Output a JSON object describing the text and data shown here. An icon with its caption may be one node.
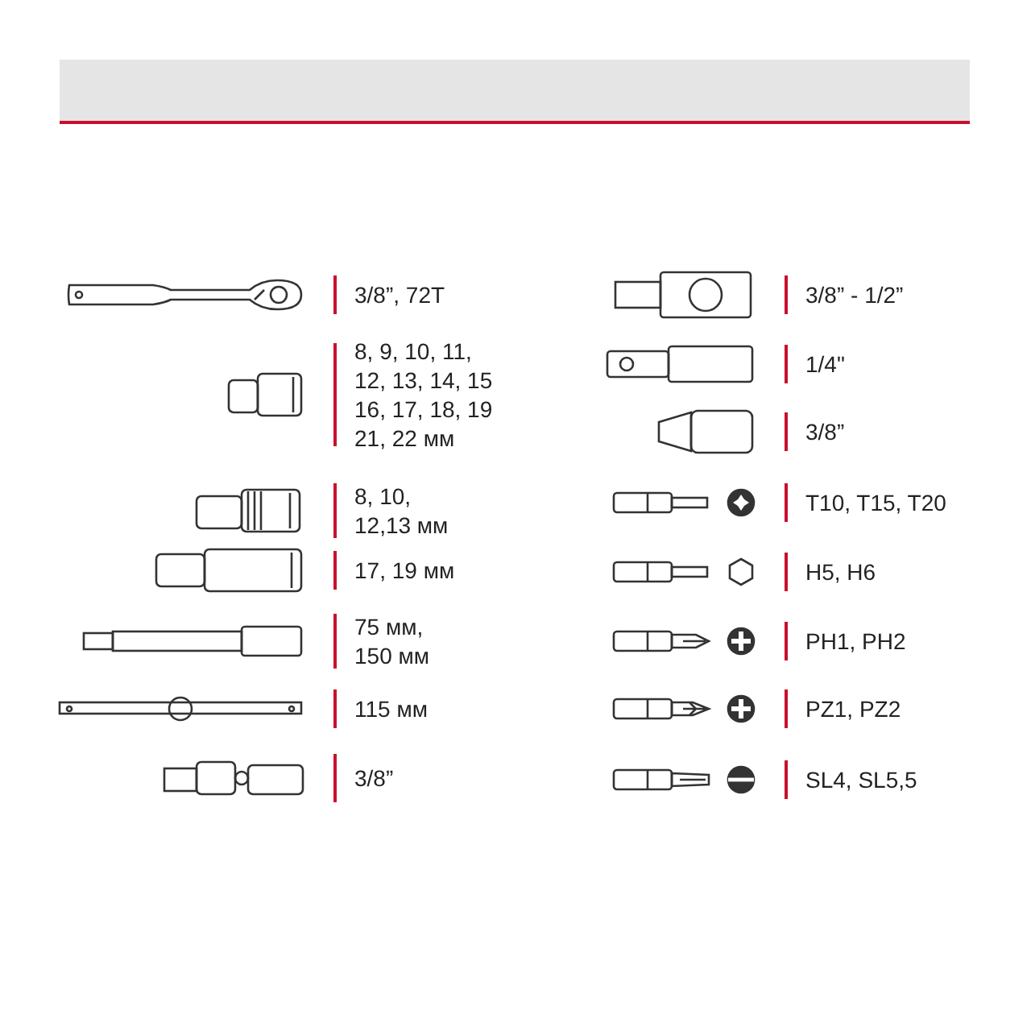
{
  "diagram": {
    "labels": [
      "3/8”, 72T",
      "8, 9, 10, 11, 12, 13, 14, 15 16, 17, 18, 19 21, 22 мм",
      "8, 10, 12,13 мм",
      "17, 19 мм",
      "75 мм, 150 мм",
      "115 мм",
      "3/8”",
      "3/8” - 1/2”",
      "1/4\"",
      "3/8”",
      "T10, T15, T20",
      "H5, H6",
      "PH1, PH2",
      "PZ1, PZ2",
      "SL4, SL5,5"
    ]
  }
}
